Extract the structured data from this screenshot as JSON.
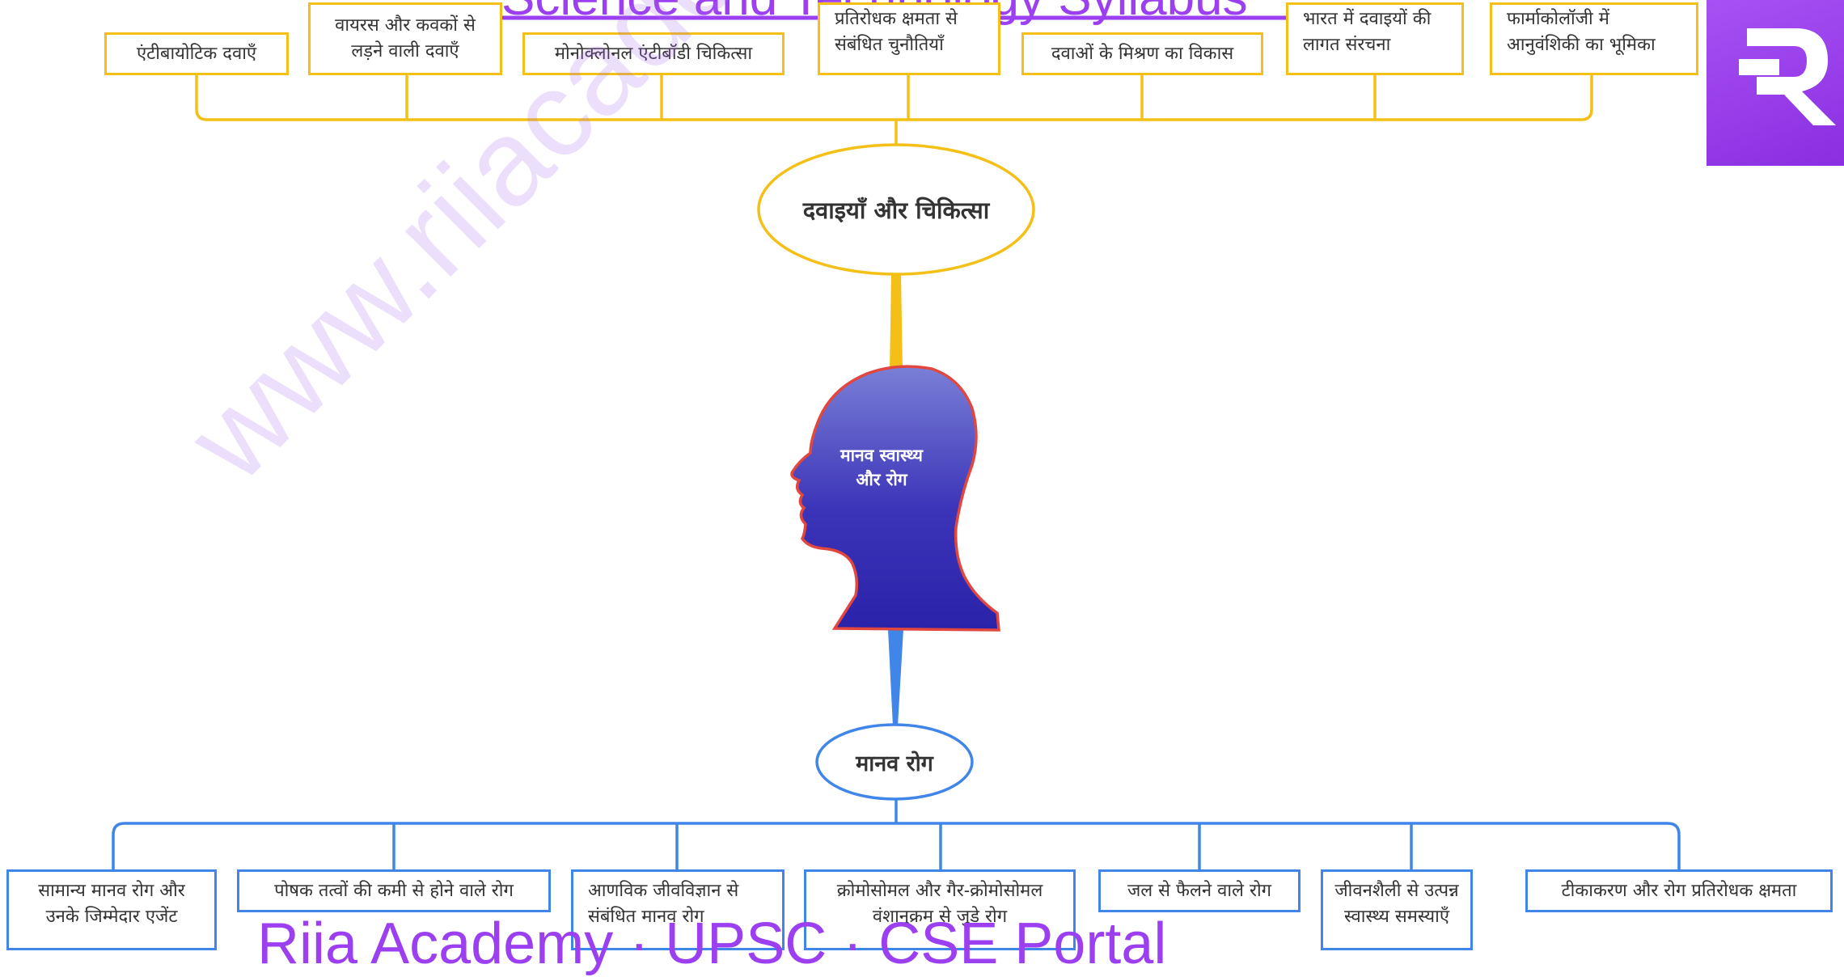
{
  "header_banner": "Science and Technology Syllabus",
  "footer_banner": "Riia Academy · UPSC · CSE Portal",
  "watermark": "www.riiacademy.com",
  "logo": {
    "name": "riia-logo-icon",
    "color": "#9b3ff0"
  },
  "center_node": {
    "label_line1": "मानव स्वास्थ्य",
    "label_line2": "और रोग"
  },
  "top_branch": {
    "title": "दवाइयाँ और चिकित्सा",
    "color": "#f4c017",
    "items": [
      {
        "line1": "एंटीबायोटिक दवाएँ",
        "line2": ""
      },
      {
        "line1": "वायरस और कवकों से",
        "line2": "लड़ने वाली दवाएँ"
      },
      {
        "line1": "मोनोक्लोनल एंटीबॉडी चिकित्सा",
        "line2": ""
      },
      {
        "line1": "प्रतिरोधक क्षमता से",
        "line2": "संबंधित चुनौतियाँ"
      },
      {
        "line1": "दवाओं के मिश्रण का विकास",
        "line2": ""
      },
      {
        "line1": "भारत में दवाइयों की",
        "line2": "लागत संरचना"
      },
      {
        "line1": "फार्माकोलॉजी में",
        "line2": "आनुवंशिकी का भूमिका"
      }
    ]
  },
  "bottom_branch": {
    "title": "मानव रोग",
    "color": "#3f86e8",
    "items": [
      {
        "line1": "सामान्य मानव रोग और",
        "line2": "उनके जिम्मेदार एजेंट"
      },
      {
        "line1": "पोषक तत्वों की कमी से होने वाले रोग",
        "line2": ""
      },
      {
        "line1": "आणविक जीवविज्ञान से",
        "line2": "संबंधित मानव रोग"
      },
      {
        "line1": "क्रोमोसोमल और गैर-क्रोमोसोमल",
        "line2": "वंशानुक्रम से जुड़े रोग"
      },
      {
        "line1": "जल से फैलने वाले रोग",
        "line2": ""
      },
      {
        "line1": "जीवनशैली से उत्पन्न",
        "line2": "स्वास्थ्य समस्याएँ"
      },
      {
        "line1": "टीकाकरण और रोग प्रतिरोधक क्षमता",
        "line2": ""
      }
    ]
  },
  "colors": {
    "head_fill_top": "#7a7fd6",
    "head_fill_bottom": "#2a22a8",
    "head_outline": "#e2473f"
  }
}
